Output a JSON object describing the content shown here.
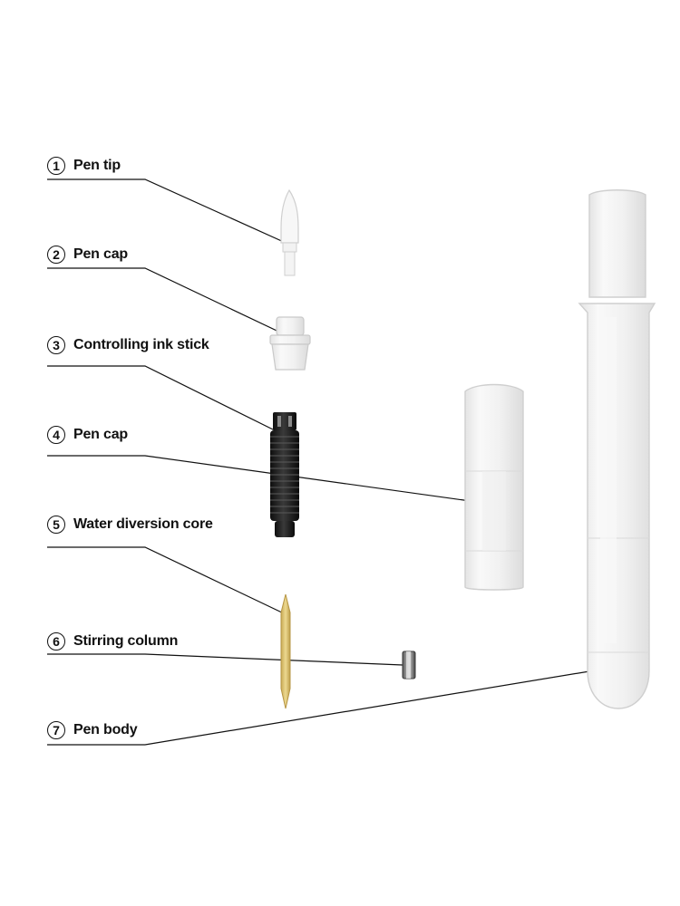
{
  "parts": [
    {
      "number": "1",
      "label": "Pen tip"
    },
    {
      "number": "2",
      "label": "Pen cap"
    },
    {
      "number": "3",
      "label": "Controlling ink stick"
    },
    {
      "number": "4",
      "label": "Pen cap"
    },
    {
      "number": "5",
      "label": "Water diversion core"
    },
    {
      "number": "6",
      "label": "Stirring column"
    },
    {
      "number": "7",
      "label": "Pen body"
    }
  ],
  "colors": {
    "line": "#111111",
    "ink_stick": "#1c1c1c",
    "core": "#d9c27a",
    "plastic": "#eeeeee"
  }
}
